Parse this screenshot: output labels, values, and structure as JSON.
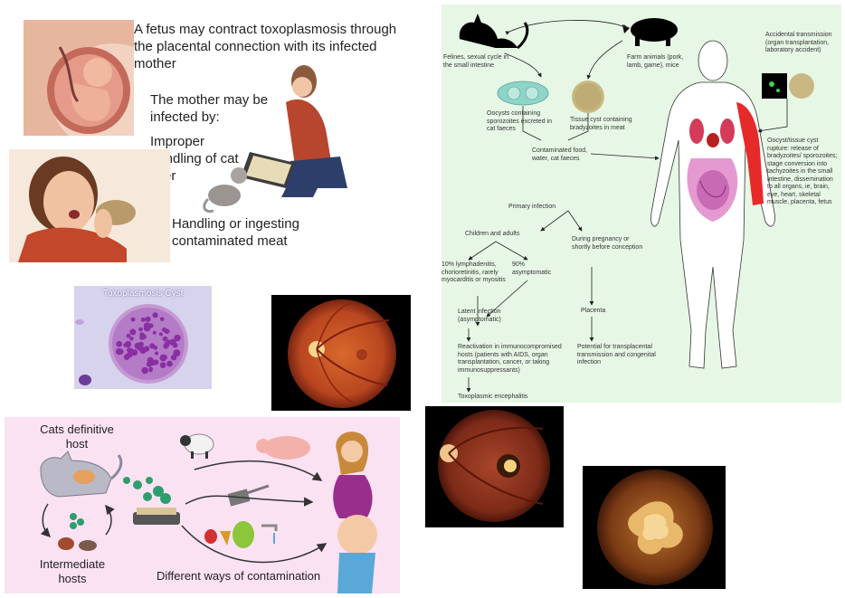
{
  "panel_intro": {
    "fetus_text": "A fetus may contract toxoplasmosis through the placental connection with its infected mother",
    "mother_text": "The mother may be infected by:",
    "litter_text": "Improper handling of cat litter",
    "meat_text": "Handling or ingesting contaminated meat"
  },
  "cyst_photo": {
    "label": "Toxoplasmosis Cyst"
  },
  "lifecycle": {
    "felines": "Felines, sexual cycle in the small intestine",
    "farm_animals": "Farm animals (pork, lamb, game), mice",
    "accidental": "Accidental transmission (organ transplantation, laboratory accident)",
    "oocysts": "Oocysts containing sporozoites excreted in cat faeces",
    "tissue_cyst": "Tissue cyst containing bradyzoites in meat",
    "contaminated": "Contaminated food, water, cat faeces",
    "rupture": "Oocyst/tissue cyst rupture: release of bradyzoites/ sporozoites; stage conversion into tachyzoites in the small intestine, dissemination to all organs, ie, brain, eye, heart, skeletal muscle, placenta, fetus",
    "primary": "Primary infection",
    "children": "Children and adults",
    "pregnancy": "During pregnancy or shortly before conception",
    "lymph": "10% lymphadenitis, chorioretinitis, rarely myocarditis or myositis",
    "asymptomatic": "90% asymptomatic",
    "latent": "Latent infection (asymptomatic)",
    "placenta": "Placenta",
    "reactivation": "Reactivation in immunocompromised hosts (patients with AIDS, organ transplantation, cancer, or taking immunosuppressants)",
    "potential": "Potential for transplacental transmission and congenital infection",
    "encephalitis": "Toxoplasmic encephalitis"
  },
  "panel_contamination": {
    "cats_host": "Cats definitive host",
    "intermediate": "Intermediate hosts",
    "ways": "Different ways of contamination"
  },
  "colors": {
    "lifecycle_bg": "#e7f7e6",
    "contamination_bg": "#fbe2f3",
    "fundus_orange": "#c9542a",
    "cyst_purple": "#9b45b5"
  }
}
